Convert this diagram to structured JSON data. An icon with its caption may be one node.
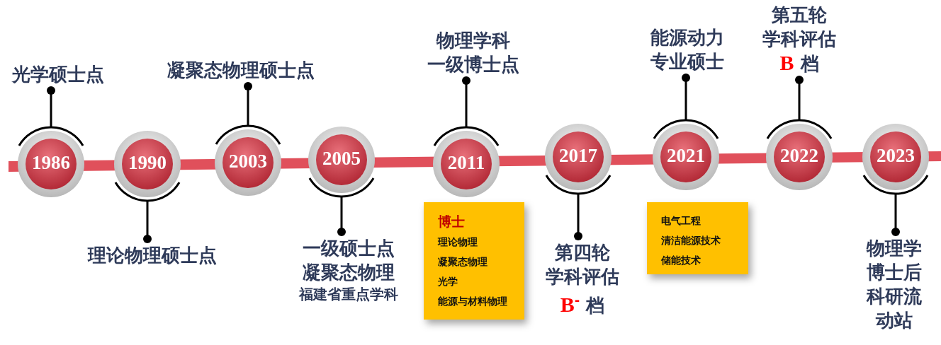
{
  "diagram": {
    "nodes": [
      {
        "text": [
          "1986"
        ]
      },
      {
        "text": [
          "光学硕士点"
        ]
      },
      {
        "text": [
          "1990"
        ]
      },
      {
        "text": [
          "理论物理硕士点"
        ]
      },
      {
        "text": [
          "2003"
        ]
      },
      {
        "text": [
          "凝聚态物理硕士点"
        ]
      },
      {
        "text": [
          "2005"
        ]
      },
      {
        "text": [
          "一级硕士点凝聚态物理",
          "福建省重点学科"
        ]
      },
      {
        "text": [
          "2011"
        ]
      },
      {
        "text": [
          "物理学科一级博士点"
        ]
      },
      {
        "text": [
          "博士",
          "理论物理",
          "凝聚态物理",
          "光学",
          "能源与材料物理"
        ]
      },
      {
        "text": [
          "2017"
        ]
      },
      {
        "text": [
          "第四轮学科评估**B**$^{-}$ 档"
        ]
      },
      {
        "text": [
          "2021"
        ]
      },
      {
        "text": [
          "能源动力专业硕士"
        ]
      },
      {
        "text": [
          "电气工程",
          "清洁能源技术",
          "储能技术"
        ]
      },
      {
        "text": [
          "2022"
        ]
      },
      {
        "text": [
          "第五轮学科评估**B** 档"
        ]
      },
      {
        "text": [
          "2023"
        ]
      },
      {
        "text": [
          "物理学博士后科研流动站"
        ]
      },
      {
        "text": [],
        "shape": "bar"
      }
    ],
    "edges": [
      {
        "from": 0,
        "to": 1,
        "arrow": "other"
      },
      {
        "from": 2,
        "to": 3,
        "arrow": "other"
      },
      {
        "from": 4,
        "to": 5,
        "arrow": "other"
      },
      {
        "from": 6,
        "to": 7,
        "arrow": "other"
      },
      {
        "from": 8,
        "to": 9,
        "arrow": "other"
      },
      {
        "from": 11,
        "to": 12,
        "arrow": "other"
      },
      {
        "from": 13,
        "to": 14,
        "arrow": "other"
      },
      {
        "from": 16,
        "to": 17,
        "arrow": "other"
      },
      {
        "from": 18,
        "to": 19,
        "arrow": "other"
      }
    ]
  }
}
